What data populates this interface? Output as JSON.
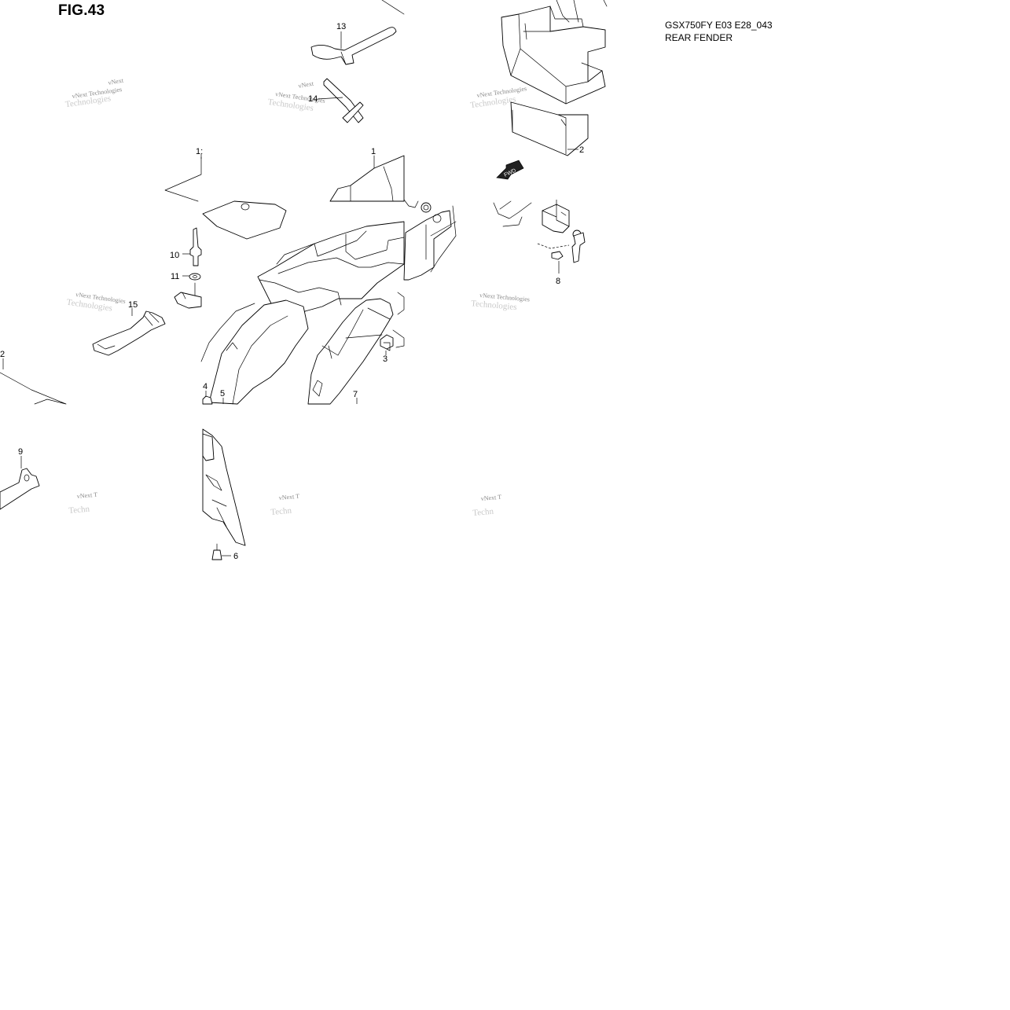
{
  "figure": {
    "title": "FIG.43",
    "model_code": "GSX750FY E03 E28_043",
    "section_name": "REAR FENDER"
  },
  "fwd_arrow": {
    "label": "FWD"
  },
  "watermark": {
    "line1": "vNext Technologies",
    "line2": "Technologies",
    "partial_top": "vNext",
    "partial_cut": "vNext T",
    "partial_cut_b": "Techn"
  },
  "callouts": {
    "c1": "1",
    "c2": "2",
    "c2b": "2",
    "c3": "3",
    "c4": "4",
    "c5": "5",
    "c6": "6",
    "c7": "7",
    "c8": "8",
    "c9": "9",
    "c10": "10",
    "c11": "11",
    "c12": "1:",
    "c13": "13",
    "c14": "14",
    "c15": "15"
  }
}
